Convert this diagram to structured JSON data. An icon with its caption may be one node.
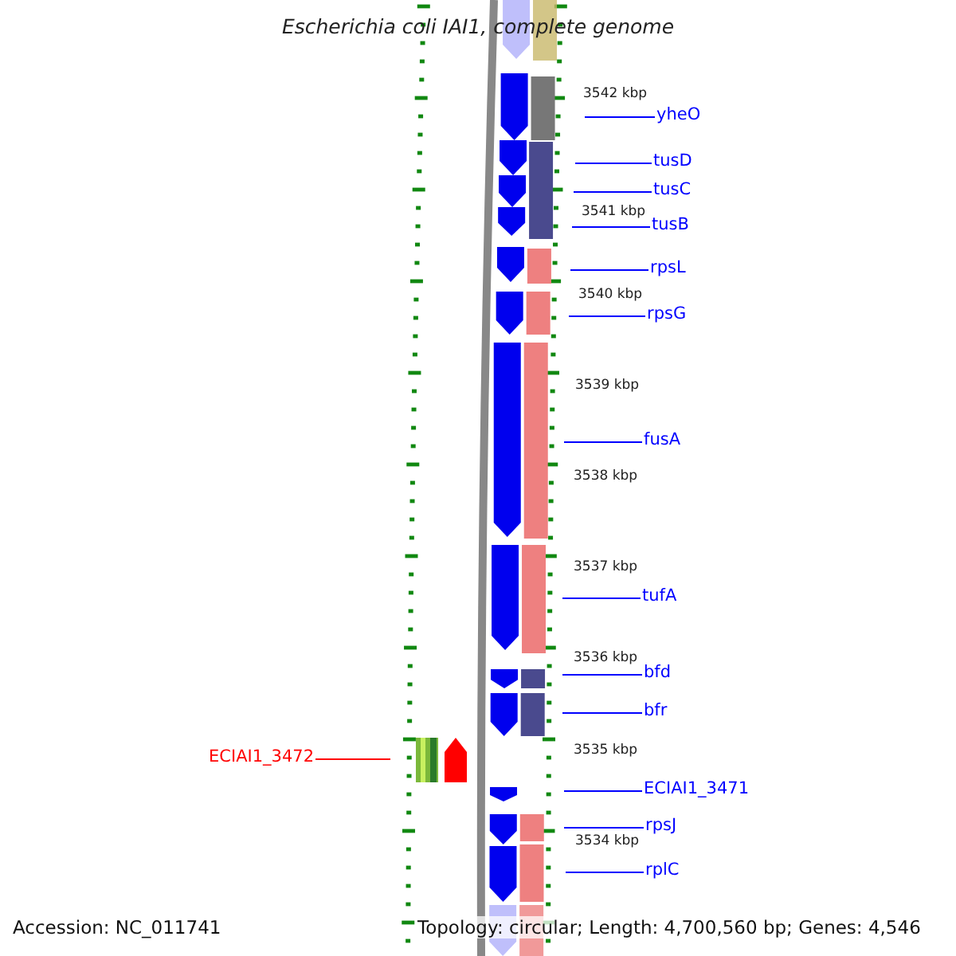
{
  "diagram": {
    "title": "Escherichia coli IAI1, complete genome",
    "nodes": [
      {
        "text": [
          "yheO"
        ]
      },
      {
        "text": [
          "tusD"
        ]
      },
      {
        "text": [
          "tusC"
        ]
      },
      {
        "text": [
          "tusB"
        ]
      },
      {
        "text": [
          "rpsL"
        ]
      },
      {
        "text": [
          "rpsG"
        ]
      },
      {
        "text": [
          "fusA"
        ]
      },
      {
        "text": [
          "tufA"
        ]
      },
      {
        "text": [
          "bfd"
        ]
      },
      {
        "text": [
          "bfr"
        ]
      },
      {
        "text": [
          "ECIAI1_3472"
        ]
      },
      {
        "text": [
          "ECIAI1_3471"
        ]
      },
      {
        "text": [
          "rpsJ"
        ]
      },
      {
        "text": [
          "rplC"
        ]
      }
    ],
    "edges": [
      {
        "from": 0,
        "to": null,
        "arrow": "none"
      },
      {
        "from": 1,
        "to": null,
        "arrow": "none"
      },
      {
        "from": 2,
        "to": null,
        "arrow": "none"
      },
      {
        "from": 3,
        "to": null,
        "arrow": "none"
      },
      {
        "from": 4,
        "to": null,
        "arrow": "none"
      },
      {
        "from": 5,
        "to": null,
        "arrow": "none"
      },
      {
        "from": 6,
        "to": null,
        "arrow": "none"
      },
      {
        "from": 7,
        "to": null,
        "arrow": "none"
      },
      {
        "from": 8,
        "to": null,
        "arrow": "none"
      },
      {
        "from": 9,
        "to": null,
        "arrow": "none"
      },
      {
        "from": 10,
        "to": null,
        "arrow": "none",
        "color": "#ff0000"
      },
      {
        "from": 11,
        "to": null,
        "arrow": "none"
      },
      {
        "from": 12,
        "to": null,
        "arrow": "none"
      },
      {
        "from": 13,
        "to": null,
        "arrow": "none"
      }
    ],
    "labels": [
      "3542 kbp",
      "3541 kbp",
      "3540 kbp",
      "3539 kbp",
      "3538 kbp",
      "3537 kbp",
      "3536 kbp",
      "3535 kbp",
      "3534 kbp",
      "Accession: NC_011741",
      "Topology: circular; Length: 4,700,560 bp; Genes: 4,546"
    ]
  }
}
